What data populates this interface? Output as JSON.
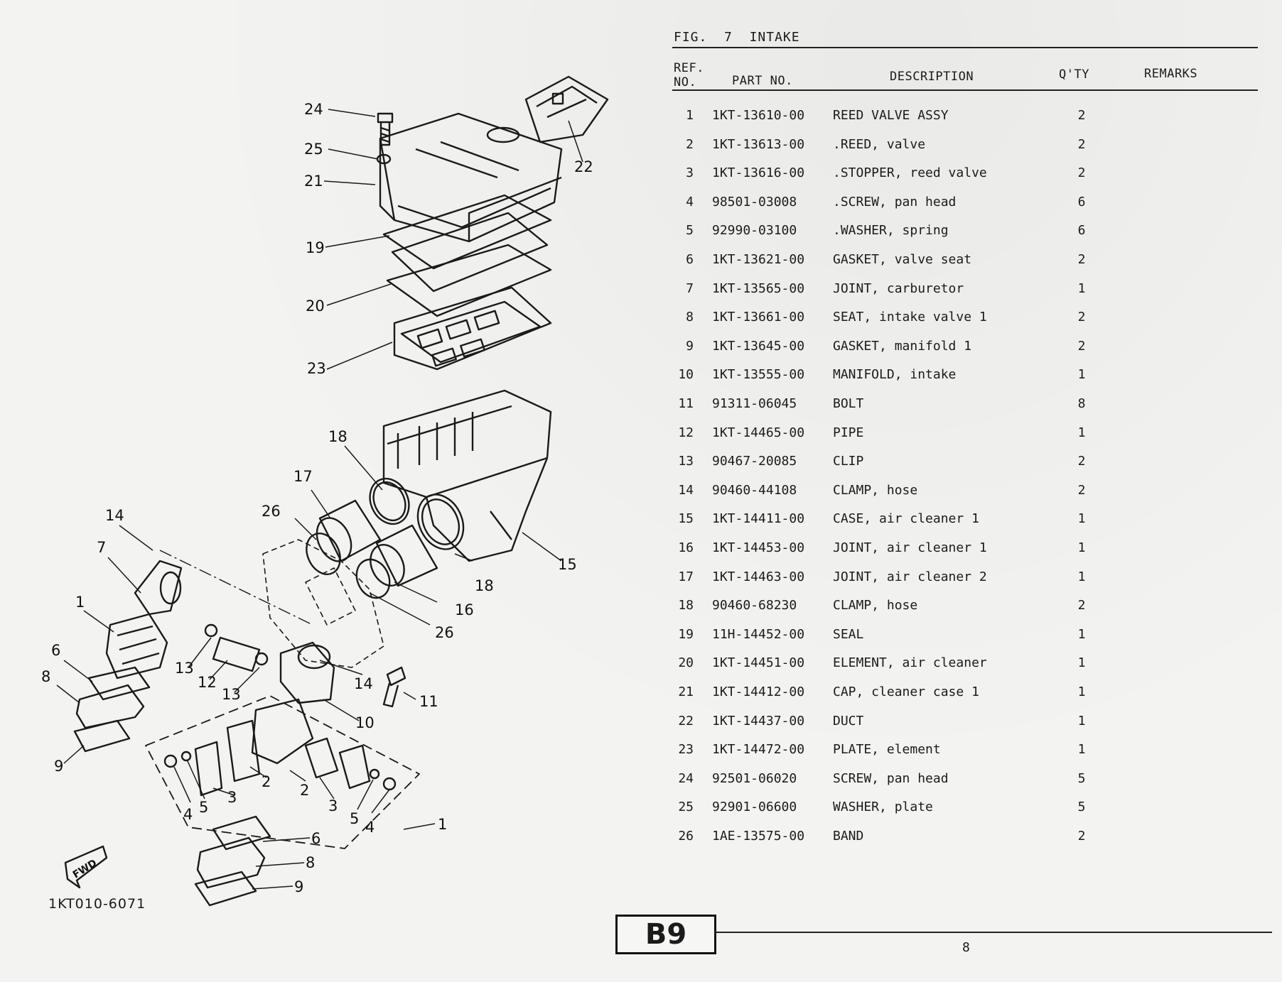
{
  "figure": {
    "number": "7",
    "prefix": "FIG.",
    "title": "INTAKE"
  },
  "columns": {
    "ref_line1": "REF.",
    "ref_line2": "NO.",
    "part": "PART NO.",
    "description": "DESCRIPTION",
    "qty": "Q'TY",
    "remarks": "REMARKS"
  },
  "parts": [
    {
      "ref": "1",
      "part": "1KT-13610-00",
      "desc": "REED VALVE ASSY",
      "qty": "2"
    },
    {
      "ref": "2",
      "part": "1KT-13613-00",
      "desc": ".REED, valve",
      "qty": "2"
    },
    {
      "ref": "3",
      "part": "1KT-13616-00",
      "desc": ".STOPPER, reed valve",
      "qty": "2"
    },
    {
      "ref": "4",
      "part": "98501-03008",
      "desc": ".SCREW, pan head",
      "qty": "6"
    },
    {
      "ref": "5",
      "part": "92990-03100",
      "desc": ".WASHER, spring",
      "qty": "6"
    },
    {
      "ref": "6",
      "part": "1KT-13621-00",
      "desc": "GASKET, valve seat",
      "qty": "2"
    },
    {
      "ref": "7",
      "part": "1KT-13565-00",
      "desc": "JOINT, carburetor",
      "qty": "1"
    },
    {
      "ref": "8",
      "part": "1KT-13661-00",
      "desc": "SEAT, intake valve 1",
      "qty": "2"
    },
    {
      "ref": "9",
      "part": "1KT-13645-00",
      "desc": "GASKET, manifold 1",
      "qty": "2"
    },
    {
      "ref": "10",
      "part": "1KT-13555-00",
      "desc": "MANIFOLD, intake",
      "qty": "1"
    },
    {
      "ref": "11",
      "part": "91311-06045",
      "desc": "BOLT",
      "qty": "8"
    },
    {
      "ref": "12",
      "part": "1KT-14465-00",
      "desc": "PIPE",
      "qty": "1"
    },
    {
      "ref": "13",
      "part": "90467-20085",
      "desc": "CLIP",
      "qty": "2"
    },
    {
      "ref": "14",
      "part": "90460-44108",
      "desc": "CLAMP, hose",
      "qty": "2"
    },
    {
      "ref": "15",
      "part": "1KT-14411-00",
      "desc": "CASE, air cleaner 1",
      "qty": "1"
    },
    {
      "ref": "16",
      "part": "1KT-14453-00",
      "desc": "JOINT, air cleaner 1",
      "qty": "1"
    },
    {
      "ref": "17",
      "part": "1KT-14463-00",
      "desc": "JOINT, air cleaner 2",
      "qty": "1"
    },
    {
      "ref": "18",
      "part": "90460-68230",
      "desc": "CLAMP, hose",
      "qty": "2"
    },
    {
      "ref": "19",
      "part": "11H-14452-00",
      "desc": "SEAL",
      "qty": "1"
    },
    {
      "ref": "20",
      "part": "1KT-14451-00",
      "desc": "ELEMENT, air cleaner",
      "qty": "1"
    },
    {
      "ref": "21",
      "part": "1KT-14412-00",
      "desc": "CAP, cleaner case 1",
      "qty": "1"
    },
    {
      "ref": "22",
      "part": "1KT-14437-00",
      "desc": "DUCT",
      "qty": "1"
    },
    {
      "ref": "23",
      "part": "1KT-14472-00",
      "desc": "PLATE, element",
      "qty": "1"
    },
    {
      "ref": "24",
      "part": "92501-06020",
      "desc": "SCREW, pan head",
      "qty": "5"
    },
    {
      "ref": "25",
      "part": "92901-06600",
      "desc": "WASHER, plate",
      "qty": "5"
    },
    {
      "ref": "26",
      "part": "1AE-13575-00",
      "desc": "BAND",
      "qty": "2"
    }
  ],
  "diagram": {
    "code": "1KT010-6071",
    "fwd_label": "FWD",
    "callouts": [
      "24",
      "25",
      "21",
      "22",
      "19",
      "20",
      "23",
      "18",
      "17",
      "26",
      "15",
      "14",
      "7",
      "18",
      "16",
      "26",
      "1",
      "6",
      "13",
      "12",
      "13",
      "14",
      "11",
      "8",
      "10",
      "9",
      "2",
      "2",
      "4",
      "5",
      "3",
      "3",
      "5",
      "4",
      "1",
      "6",
      "8",
      "9"
    ]
  },
  "footer": {
    "section": "B9",
    "page": "8"
  }
}
